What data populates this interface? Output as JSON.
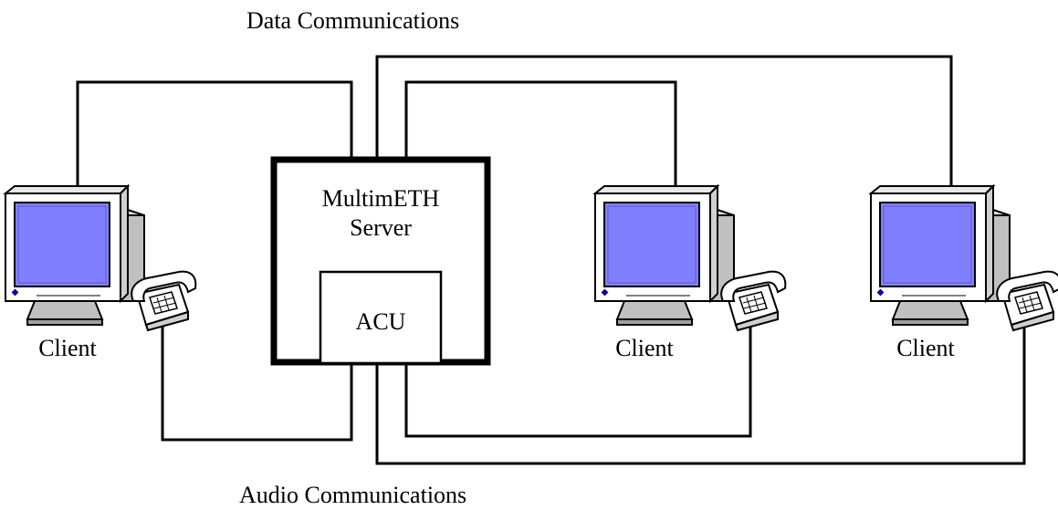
{
  "header_label": "Data Communications",
  "footer_label": "Audio Communications",
  "server": {
    "title_line1": "MultimETH",
    "title_line2": "Server",
    "sub_unit_label": "ACU"
  },
  "clients": [
    {
      "label": "Client"
    },
    {
      "label": "Client"
    },
    {
      "label": "Client"
    }
  ],
  "colors": {
    "screen": "#8080ff",
    "monitor_body": "#ffffff",
    "monitor_shade": "#c0c0c0",
    "led": "#0000c0"
  },
  "icons": [
    "computer-monitor-icon",
    "telephone-icon"
  ]
}
